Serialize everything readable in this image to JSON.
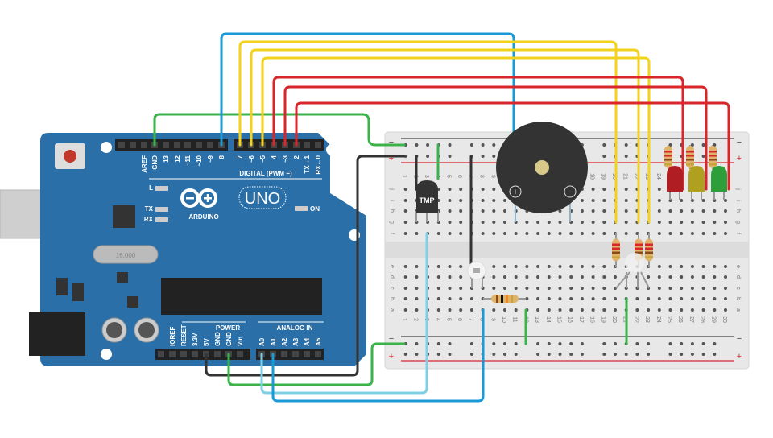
{
  "arduino": {
    "brand": "ARDUINO",
    "model": "UNO",
    "digital_label": "DIGITAL (PWM ~)",
    "top_pins": [
      "AREF",
      "GND",
      "13",
      "12",
      "~11",
      "~10",
      "~9",
      "8",
      "7",
      "~6",
      "~5",
      "4",
      "~3",
      "2",
      "TX→1",
      "RX←0"
    ],
    "power_label": "POWER",
    "power_pins": [
      "IOREF",
      "RESET",
      "3.3V",
      "5V",
      "GND",
      "GND",
      "Vin"
    ],
    "analog_label": "ANALOG IN",
    "analog_pins": [
      "A0",
      "A1",
      "A2",
      "A3",
      "A4",
      "A5"
    ],
    "led_labels": {
      "l": "L",
      "tx": "TX",
      "rx": "RX",
      "on": "ON"
    },
    "crystal": "16.000"
  },
  "breadboard": {
    "rows_top": [
      "j",
      "i",
      "h",
      "g",
      "f"
    ],
    "rows_bottom": [
      "e",
      "d",
      "c",
      "b",
      "a"
    ],
    "columns": [
      1,
      2,
      3,
      4,
      5,
      6,
      7,
      8,
      9,
      10,
      11,
      12,
      13,
      14,
      15,
      16,
      17,
      18,
      19,
      20,
      21,
      22,
      23,
      24,
      25,
      26,
      27,
      28,
      29,
      30
    ],
    "minus": "−",
    "plus": "+"
  },
  "components": {
    "temp_sensor": "TMP",
    "buzzer_plus": "+",
    "buzzer_minus": "−"
  },
  "colors": {
    "board": "#2a6fa8",
    "wire_red": "#d8262b",
    "wire_yellow": "#f2d21b",
    "wire_green": "#3bb34a",
    "wire_blue": "#1a9ad6",
    "wire_lightblue": "#7fd0e4",
    "wire_black": "#333333"
  }
}
